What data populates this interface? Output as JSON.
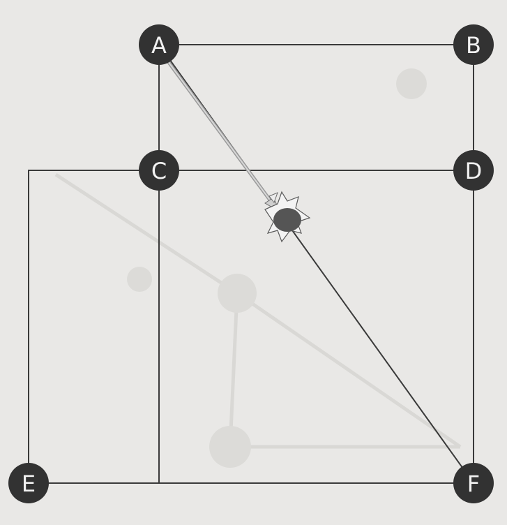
{
  "diagram": {
    "nodes": [
      {
        "id": "A",
        "label": "A"
      },
      {
        "id": "B",
        "label": "B"
      },
      {
        "id": "C",
        "label": "C"
      },
      {
        "id": "D",
        "label": "D"
      },
      {
        "id": "E",
        "label": "E"
      },
      {
        "id": "F",
        "label": "F"
      }
    ],
    "edges": [
      {
        "from": "A",
        "to": "B"
      },
      {
        "from": "A",
        "to": "C"
      },
      {
        "from": "B",
        "to": "D"
      },
      {
        "from": "C",
        "to": "D"
      },
      {
        "from": "C",
        "to": "E"
      },
      {
        "from": "D",
        "to": "F"
      },
      {
        "from": "E",
        "to": "F"
      },
      {
        "from": "A",
        "to": "F"
      }
    ],
    "colors": {
      "background": "#e9e8e6",
      "node_fill": "#323232",
      "node_text": "#f2f2f2",
      "edge": "#3a3a3a",
      "arrow": "#b9b9b9",
      "impact_blob": "#555555"
    },
    "icons": {
      "arrow": "arrow-icon",
      "impact": "splat-icon"
    }
  }
}
